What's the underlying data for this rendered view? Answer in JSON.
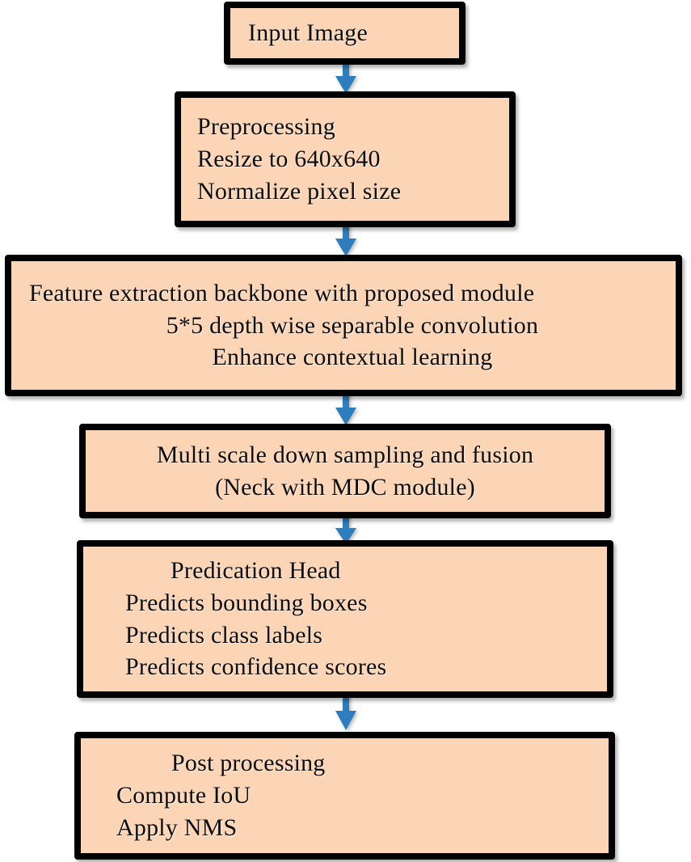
{
  "diagram": {
    "title": "Object detection pipeline flowchart",
    "style": {
      "box_fill": "#FBD5B5",
      "box_border": "#000000",
      "arrow_color": "#2E7EBE",
      "text_color": "#0D0D0D",
      "background": "#FFFFFF"
    },
    "nodes": [
      {
        "id": "input-image",
        "lines": [
          {
            "text": "Input Image",
            "align": "left",
            "indent": 0
          }
        ]
      },
      {
        "id": "preprocessing",
        "lines": [
          {
            "text": "Preprocessing",
            "align": "left",
            "indent": 0
          },
          {
            "text": "Resize to 640x640",
            "align": "left",
            "indent": 0
          },
          {
            "text": "Normalize pixel size",
            "align": "left",
            "indent": 0
          }
        ]
      },
      {
        "id": "feature-extraction-backbone",
        "lines": [
          {
            "text": "Feature extraction backbone with proposed module",
            "align": "left",
            "indent": 0
          },
          {
            "text": "5*5 depth wise separable convolution",
            "align": "center",
            "indent": 0
          },
          {
            "text": "Enhance contextual learning",
            "align": "center",
            "indent": 0
          }
        ]
      },
      {
        "id": "multi-scale-neck",
        "lines": [
          {
            "text": "Multi scale down sampling and fusion",
            "align": "center",
            "indent": 0
          },
          {
            "text": "(Neck with MDC module)",
            "align": "center",
            "indent": 0
          }
        ]
      },
      {
        "id": "predication-head",
        "lines": [
          {
            "text": "Predication Head",
            "align": "left",
            "indent": 0
          },
          {
            "text": "Predicts bounding boxes",
            "align": "left",
            "indent": 1
          },
          {
            "text": "Predicts class labels",
            "align": "left",
            "indent": 1
          },
          {
            "text": "Predicts confidence scores",
            "align": "left",
            "indent": 1
          }
        ]
      },
      {
        "id": "post-processing",
        "lines": [
          {
            "text": "Post processing",
            "align": "left",
            "indent": 0
          },
          {
            "text": "Compute IoU",
            "align": "left",
            "indent": 2
          },
          {
            "text": "Apply NMS",
            "align": "left",
            "indent": 2
          }
        ]
      }
    ],
    "arrows": [
      {
        "id": "arrow-input-to-preprocessing",
        "direction": "down"
      },
      {
        "id": "arrow-preprocessing-to-backbone",
        "direction": "down"
      },
      {
        "id": "arrow-backbone-to-neck",
        "direction": "down"
      },
      {
        "id": "arrow-neck-to-head",
        "direction": "down"
      },
      {
        "id": "arrow-head-to-postprocessing",
        "direction": "down"
      }
    ]
  }
}
